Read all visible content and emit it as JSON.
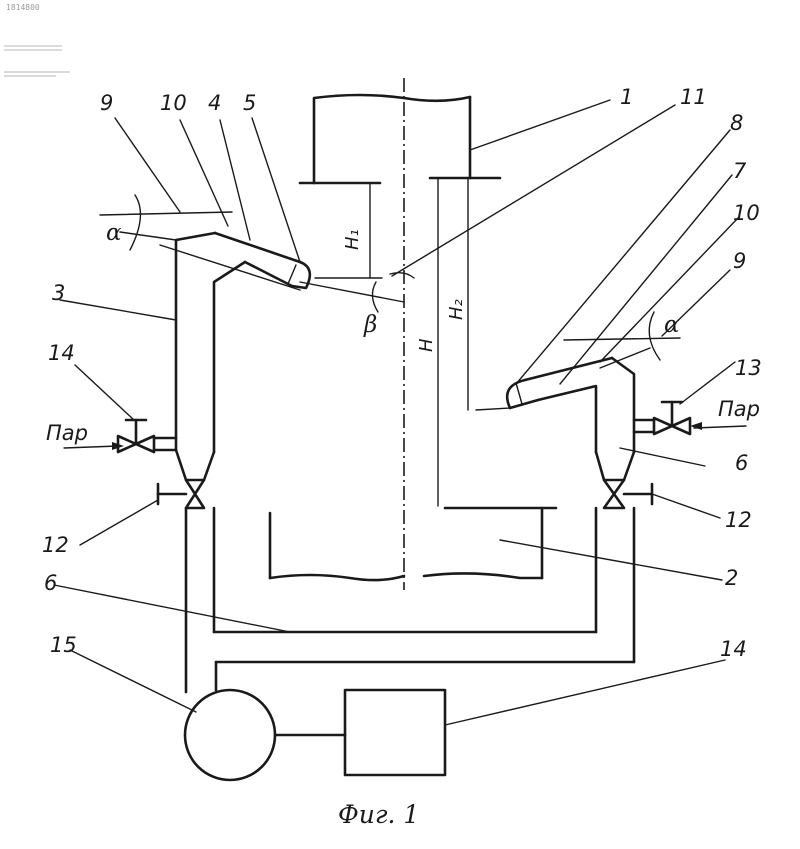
{
  "figure": {
    "caption": "Фиг. 1",
    "header_stamp": "1814800",
    "part_numbers": {
      "p1": "1",
      "p2": "2",
      "p3": "3",
      "p4": "4",
      "p5": "5",
      "p6_left": "6",
      "p6_right": "6",
      "p7": "7",
      "p8": "8",
      "p9_left": "9",
      "p9_right": "9",
      "p10_left": "10",
      "p10_right": "10",
      "p11": "11",
      "p12_left": "12",
      "p12_right": "12",
      "p13": "13",
      "p14_left": "14",
      "p14_right": "14",
      "p15": "15"
    },
    "steam_label_left": "Пар",
    "steam_label_right": "Пар",
    "angles": {
      "alpha_left": "α",
      "alpha_right": "α",
      "beta": "β"
    },
    "dimensions": {
      "h1": "H₁",
      "h2": "H₂",
      "h": "H"
    }
  }
}
